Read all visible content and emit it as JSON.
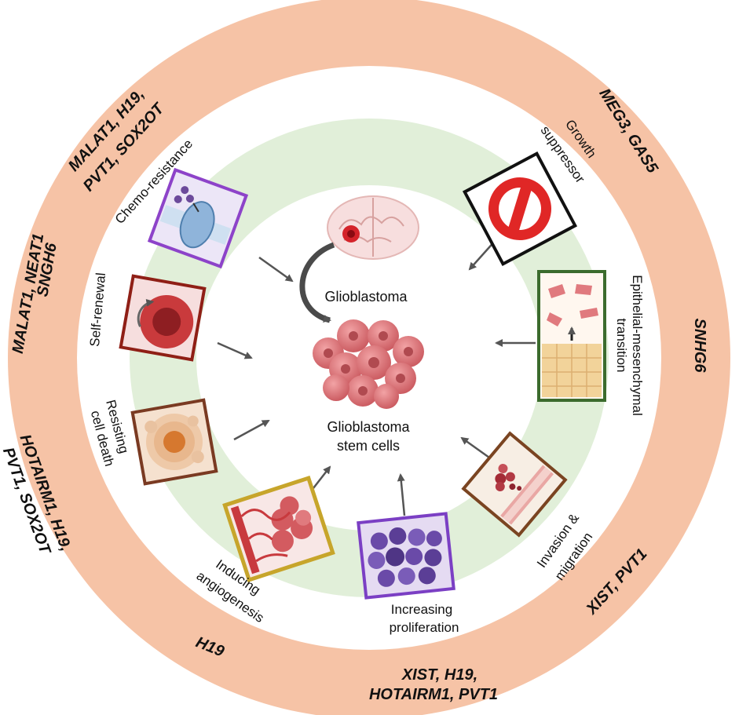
{
  "center": {
    "glioblastoma_label": "Glioblastoma",
    "stem_cells_line1": "Glioblastoma",
    "stem_cells_line2": "stem cells"
  },
  "hallmarks": [
    {
      "id": "chemo-resistance",
      "lines": [
        "Chemo-resistance"
      ],
      "genes": [
        "MALAT1, H19,",
        "PVT1, SOX2OT"
      ]
    },
    {
      "id": "growth-suppressor",
      "lines": [
        "Growth",
        "suppressor"
      ],
      "genes": [
        "MEG3, GAS5"
      ]
    },
    {
      "id": "emt",
      "lines": [
        "Epithelial-mesenchymal",
        "transition"
      ],
      "genes": [
        "SNHG6"
      ]
    },
    {
      "id": "invasion",
      "lines": [
        "Invasion &",
        "migration"
      ],
      "genes": [
        "XIST, PVT1"
      ]
    },
    {
      "id": "proliferation",
      "lines": [
        "Increasing",
        "proliferation"
      ],
      "genes": [
        "XIST, H19,",
        "HOTAIRM1, PVT1"
      ]
    },
    {
      "id": "angiogenesis",
      "lines": [
        "Inducing",
        "angiogenesis"
      ],
      "genes": [
        "H19"
      ]
    },
    {
      "id": "cell-death",
      "lines": [
        "Resisting",
        "cell death"
      ],
      "genes": [
        "HOTAIRM1, H19,",
        "PVT1, SOX2OT"
      ]
    },
    {
      "id": "self-renewal",
      "lines": [
        "Self-renewal"
      ],
      "genes": [
        "MALAT1, NEAT1",
        "SNGH6"
      ]
    }
  ],
  "colors": {
    "outer_ring": "#f6c3a6",
    "inner_ring": "#e1efd9",
    "cells": "#e07a7e",
    "arrow": "#555555"
  }
}
